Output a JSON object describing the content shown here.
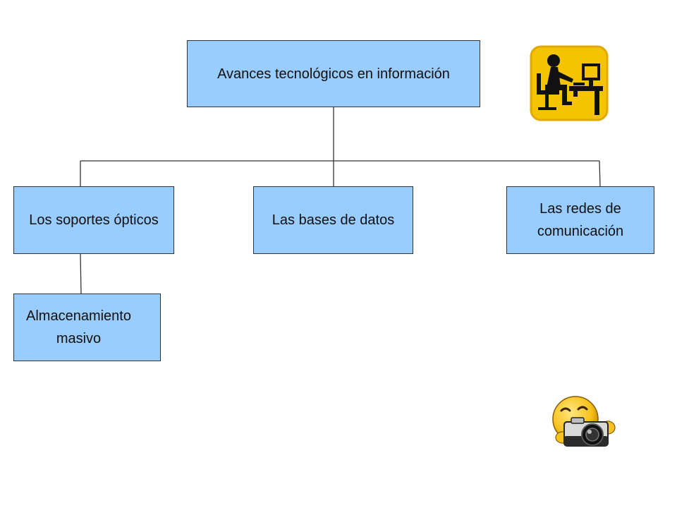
{
  "colors": {
    "node_fill": "#99ccff",
    "node_border": "#333333",
    "connector": "#333333",
    "icon_badge": "#f5c400",
    "icon_badge_edge": "#e0a800",
    "smiley": "#f7c21a"
  },
  "icons": {
    "top_right": "person-at-computer-icon",
    "bottom_right": "smiley-with-camera-icon"
  },
  "nodes": {
    "root": "Avances tecnológicos en información",
    "child1": "Los soportes ópticos",
    "child2": "Las bases de datos",
    "child3": "Las redes de comunicación",
    "grandchild1": "Almacenamiento masivo"
  }
}
